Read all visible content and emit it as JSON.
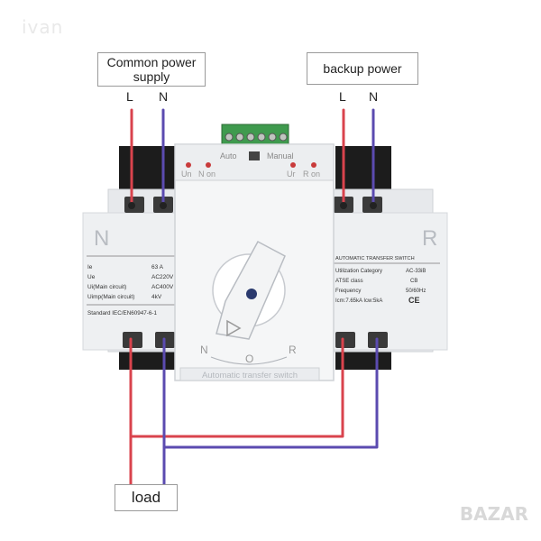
{
  "watermarks": {
    "top_left": "ivan",
    "bottom_right": "BAZAR"
  },
  "labels": {
    "common_power": "Common power\nsupply",
    "backup_power": "backup power",
    "load": "load",
    "L_left": "L",
    "N_left": "N",
    "L_right": "L",
    "N_right": "N"
  },
  "device": {
    "mode_auto": "Auto",
    "mode_manual": "Manual",
    "ind_un": "Un",
    "ind_non": "N on",
    "ind_ur": "Ur",
    "ind_ron": "R on",
    "side_n": "N",
    "side_r": "R",
    "pos_n": "N",
    "pos_o": "O",
    "pos_r": "R",
    "front_plate": "Automatic transfer switch",
    "left_specs": [
      {
        "k": "Ie",
        "v": "63 A"
      },
      {
        "k": "Ue",
        "v": "AC220V"
      },
      {
        "k": "Ui(Main circuit)",
        "v": "AC400V"
      },
      {
        "k": "Uimp(Main circuit)",
        "v": "4kV"
      }
    ],
    "left_standard": "Standard IEC/EN60947-6-1",
    "right_title": "AUTOMATIC TRANSFER SWITCH",
    "right_specs": [
      {
        "k": "Utilization Category",
        "v": "AC-33iB"
      },
      {
        "k": "ATSE class",
        "v": "CB"
      },
      {
        "k": "Frequency",
        "v": "50/60Hz"
      },
      {
        "k": "Icm:7.65kA Icw:5kA",
        "v": "CE"
      }
    ]
  },
  "colors": {
    "live_wire": "#d9434d",
    "neutral_wire": "#5b4bb0",
    "terminal_green": "#3f9a4e"
  }
}
